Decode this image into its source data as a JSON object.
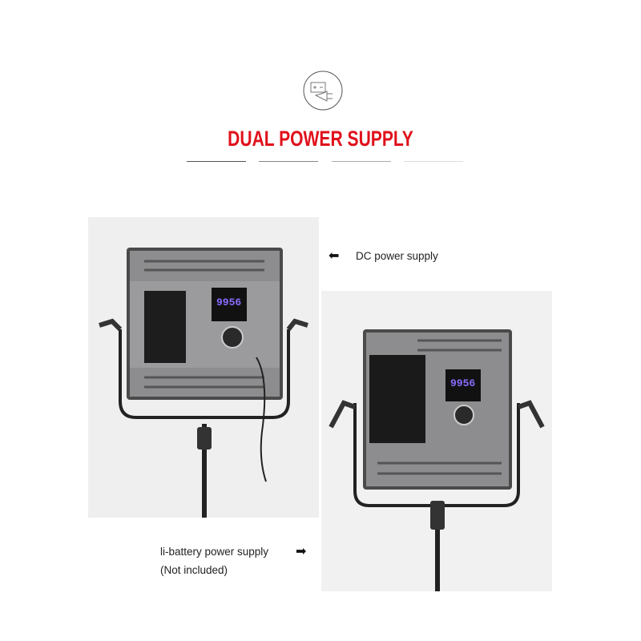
{
  "header": {
    "icon": "battery-plug-icon",
    "title": "DUAL POWER SUPPLY"
  },
  "photos": {
    "dc": {
      "display_value": "9956"
    },
    "battery": {
      "display_value": "9956"
    }
  },
  "callouts": {
    "dc_label": "DC power supply",
    "battery_label": "li-battery power supply",
    "battery_note": "(Not included)"
  },
  "colors": {
    "accent": "#e0101b"
  }
}
